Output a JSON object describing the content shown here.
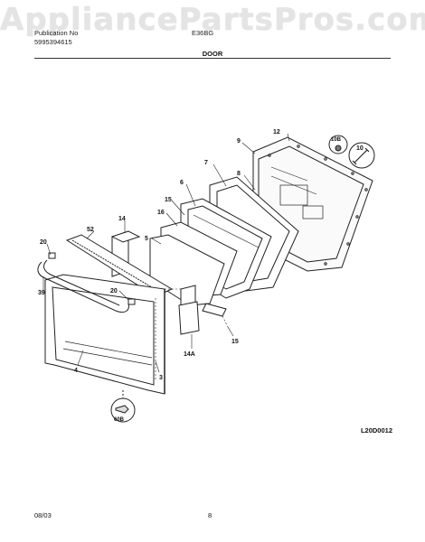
{
  "watermark": "AppliancePartsPros.com",
  "header": {
    "left_line1": "Publication No",
    "left_line2": "5995394615",
    "model": "E36BG",
    "section_title": "DOOR"
  },
  "callouts": {
    "c9": "9",
    "c12": "12",
    "c10b": "10B",
    "c10": "10",
    "c7": "7",
    "c8": "8",
    "c6": "6",
    "c15a": "15",
    "c16": "16",
    "c14": "14",
    "c52": "52",
    "c5": "5",
    "c20a": "20",
    "c20b": "20",
    "c39": "39",
    "c14a": "14A",
    "c15b": "15",
    "c4": "4",
    "c3": "3",
    "c60b": "60B"
  },
  "diagram_code": "L20D0012",
  "footer": {
    "date": "08/03",
    "page": "8"
  }
}
